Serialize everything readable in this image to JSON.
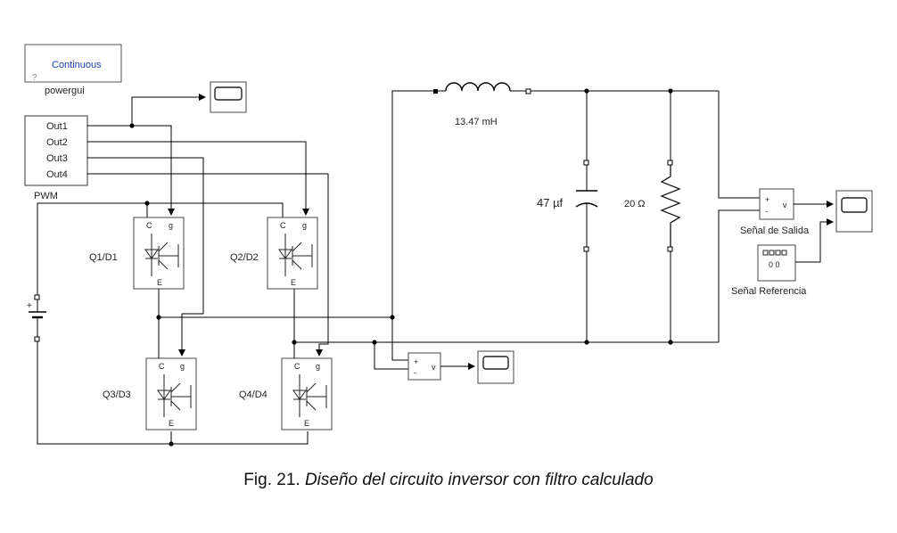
{
  "powergui": {
    "mode": "Continuous",
    "name": "powergui"
  },
  "pwm": {
    "name": "PWM",
    "ports": [
      "Out1",
      "Out2",
      "Out3",
      "Out4"
    ]
  },
  "switches": [
    "Q1/D1",
    "Q2/D2",
    "Q3/D3",
    "Q4/D4"
  ],
  "switch_pins": {
    "c": "C",
    "g": "g",
    "e": "E"
  },
  "inductor": {
    "value": "13.47 mH"
  },
  "capacitor": {
    "value": "47 µf"
  },
  "resistor": {
    "value": "20 Ω"
  },
  "vmeasure": {
    "plus": "+",
    "minus": "-",
    "out": "v"
  },
  "battery": {
    "plus": "+"
  },
  "labels": {
    "output_signal": "Señal de Salida",
    "reference_signal": "Señal Referencia",
    "display_value": "0 0"
  },
  "caption": {
    "number": "Fig. 21.",
    "title": "Diseño del circuito inversor con filtro calculado"
  }
}
